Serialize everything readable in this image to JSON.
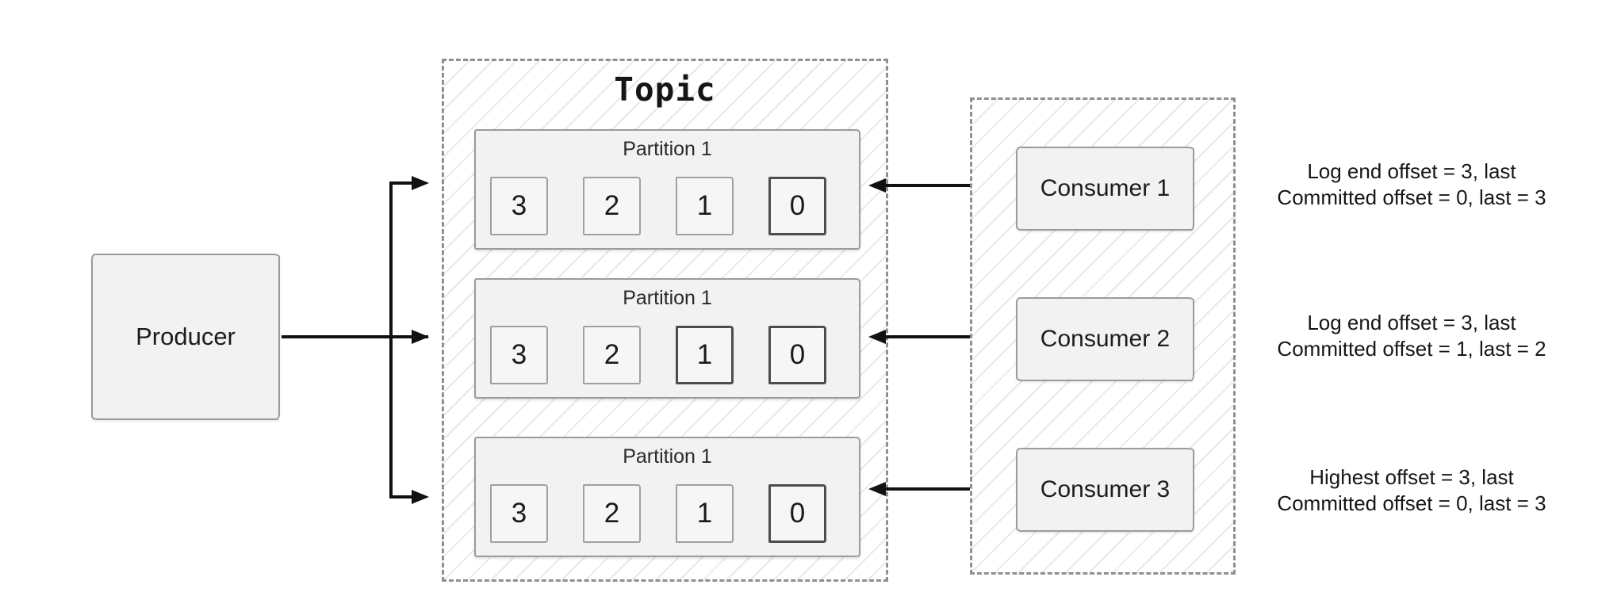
{
  "producer": {
    "label": "Producer"
  },
  "topic": {
    "title": "Topic",
    "partitions": [
      {
        "label": "Partition 1",
        "cells": [
          "3",
          "2",
          "1",
          "0"
        ],
        "dark_cell_indices": [
          3
        ]
      },
      {
        "label": "Partition 1",
        "cells": [
          "3",
          "2",
          "1",
          "0"
        ],
        "dark_cell_indices": [
          2,
          3
        ]
      },
      {
        "label": "Partition 1",
        "cells": [
          "3",
          "2",
          "1",
          "0"
        ],
        "dark_cell_indices": [
          3
        ]
      }
    ]
  },
  "consumer_group": {
    "consumers": [
      {
        "label": "Consumer 1",
        "note_line1": "Log end offset = 3, last",
        "note_line2": "Committed offset = 0, last = 3"
      },
      {
        "label": "Consumer 2",
        "note_line1": "Log end offset = 3, last",
        "note_line2": "Committed offset = 1, last = 2"
      },
      {
        "label": "Consumer 3",
        "note_line1": "Highest offset = 3, last",
        "note_line2": "Committed offset = 0, last = 3"
      }
    ]
  },
  "colors": {
    "background": "#ffffff",
    "box_fill": "#f2f2f2",
    "box_border": "#9b9b9b",
    "cell_fill": "#f6f6f6",
    "cell_border": "#a0a0a0",
    "cell_border_dark": "#4d4d4d",
    "dashed_border": "#8f8f8f",
    "hatch_line": "#e9e9e9",
    "arrow": "#111111",
    "text": "#1c1c1c"
  }
}
